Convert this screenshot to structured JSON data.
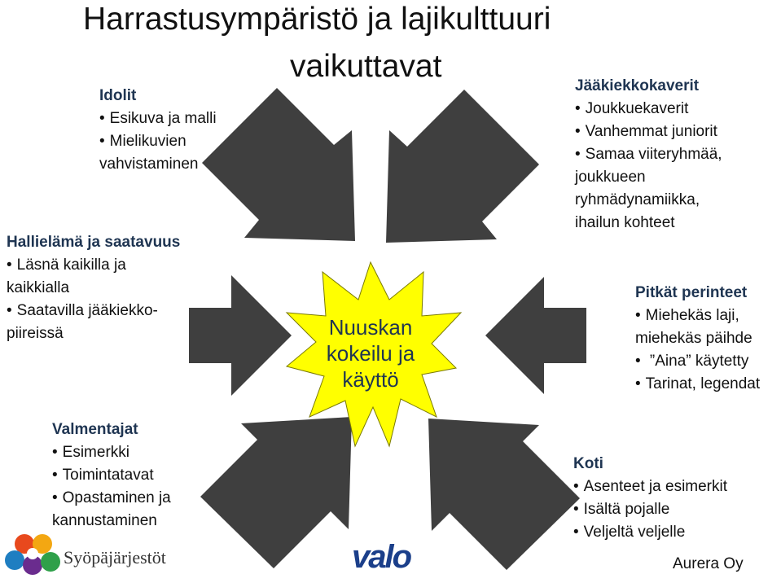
{
  "title": {
    "line1": "Harrastusympäristö ja lajikulttuuri",
    "line2": "vaikuttavat"
  },
  "center": {
    "lines": [
      "Nuuskan",
      "kokeilu ja",
      "käyttö"
    ],
    "burst_color": "#ffff00"
  },
  "arrow_color": "#3f3f3f",
  "idolit": {
    "heading": "Idolit",
    "items": [
      "Esikuva ja malli",
      "Mielikuvien"
    ],
    "continuation": "vahvistaminen"
  },
  "hallielama": {
    "heading": "Hallielämä ja saatavuus",
    "item1": "Läsnä kaikilla ja",
    "item1_cont": "kaikkialla",
    "item2": "Saatavilla jääkiekko-",
    "item2_cont": "piireissä"
  },
  "valmentajat": {
    "heading": "Valmentajat",
    "items": [
      "Esimerkki",
      "Toimintatavat",
      "Opastaminen ja"
    ],
    "continuation": "kannustaminen"
  },
  "jaakiekkokaverit": {
    "heading": "Jääkiekkokaverit",
    "items": [
      "Joukkuekaverit",
      "Vanhemmat juniorit",
      "Samaa viiteryhmää,"
    ],
    "continuation": [
      "joukkueen",
      "ryhmädynamiikka,",
      "ihailun kohteet"
    ]
  },
  "perinteet": {
    "heading": "Pitkät perinteet",
    "item1": "Miehekäs laji,",
    "item1_cont": "miehekäs  päihde",
    "item2": " ”Aina” käytetty",
    "item3": "Tarinat, legendat"
  },
  "koti": {
    "heading": "Koti",
    "items": [
      "Asenteet ja esimerkit",
      "Isältä pojalle",
      "Veljeltä veljelle"
    ]
  },
  "logos": {
    "syopa": "Syöpäjärjestöt",
    "vaalo": "valo"
  },
  "credit": "Aurera Oy"
}
